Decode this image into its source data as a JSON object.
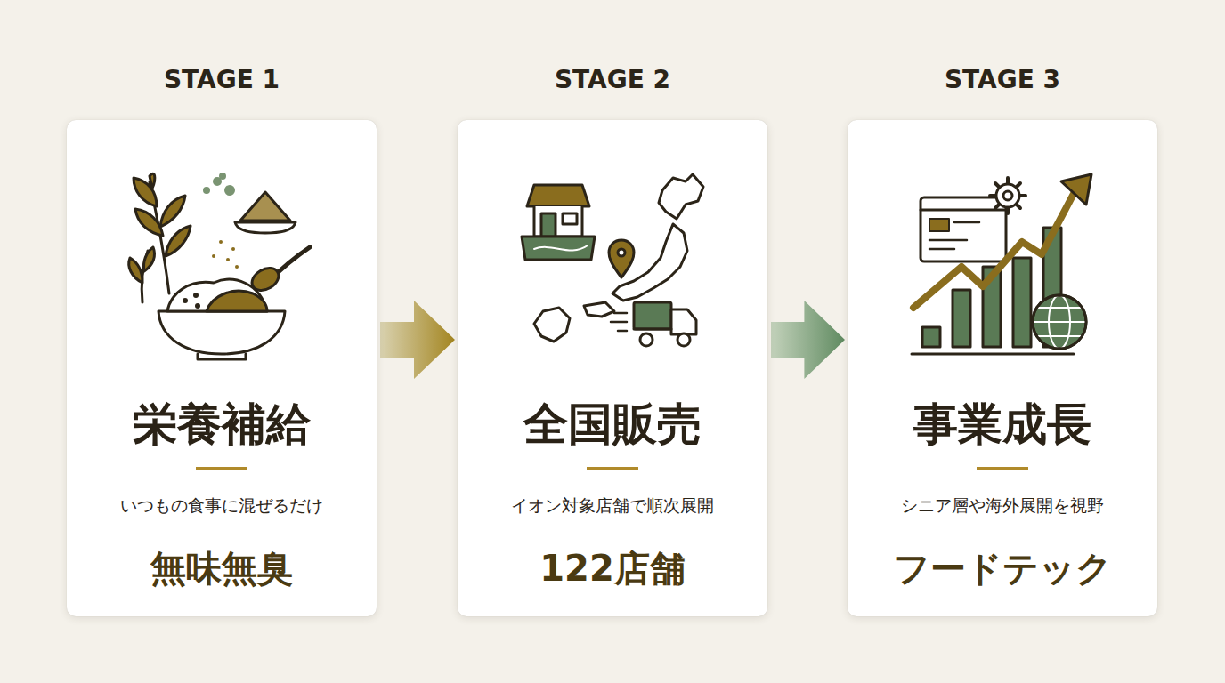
{
  "diagram": {
    "nodes": [
      {
        "text": [
          "STAGE 1",
          "栄養補給",
          "いつもの食事に混ぜるだけ",
          "無味無臭"
        ]
      },
      {
        "text": [
          "STAGE 2",
          "全国販売",
          "イオン対象店舗で順次展開",
          "122店舗"
        ]
      },
      {
        "text": [
          "STAGE 3",
          "事業成長",
          "シニア層や海外展開を視野",
          "フードテック"
        ]
      }
    ],
    "edges": [
      {
        "from": 0,
        "to": 1,
        "arrow": "to"
      },
      {
        "from": 1,
        "to": 2,
        "arrow": "to"
      }
    ]
  }
}
